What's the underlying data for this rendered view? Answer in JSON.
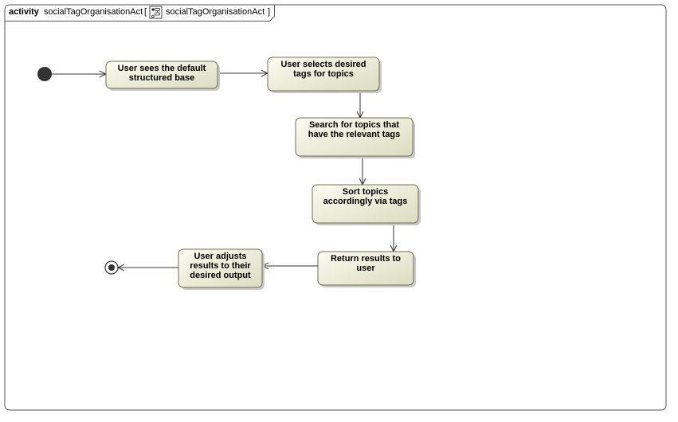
{
  "frame": {
    "keyword": "activity",
    "name": "socialTagOrganisationAct",
    "bracket_open": "[",
    "reference": "socialTagOrganisationAct",
    "bracket_close": "]",
    "reference_icon": "activity-diagram-icon"
  },
  "nodes": [
    {
      "id": "initial",
      "kind": "initial-node"
    },
    {
      "id": "a1",
      "kind": "action",
      "lines": [
        "User sees the default",
        "structured base"
      ]
    },
    {
      "id": "a2",
      "kind": "action",
      "lines": [
        "User selects desired",
        "tags for topics"
      ]
    },
    {
      "id": "a3",
      "kind": "action",
      "lines": [
        "Search for topics that",
        "have the relevant tags"
      ]
    },
    {
      "id": "a4",
      "kind": "action",
      "lines": [
        "Sort topics",
        "accordingly via tags"
      ]
    },
    {
      "id": "a5",
      "kind": "action",
      "lines": [
        "Return results to",
        "user"
      ]
    },
    {
      "id": "a6",
      "kind": "action",
      "lines": [
        "User adjusts",
        "results to their",
        "desired output"
      ]
    },
    {
      "id": "final",
      "kind": "activity-final-node"
    }
  ],
  "edges": [
    {
      "from": "initial",
      "to": "a1"
    },
    {
      "from": "a1",
      "to": "a2"
    },
    {
      "from": "a2",
      "to": "a3"
    },
    {
      "from": "a3",
      "to": "a4"
    },
    {
      "from": "a4",
      "to": "a5"
    },
    {
      "from": "a5",
      "to": "a6"
    },
    {
      "from": "a6",
      "to": "final"
    }
  ],
  "colors": {
    "action_fill_light": "#fbfbf1",
    "action_fill_dark": "#dcdcc1",
    "action_stroke": "#6f6f54",
    "shadow": "#c8c8c8",
    "line": "#333333",
    "frame_stroke": "#555555"
  }
}
